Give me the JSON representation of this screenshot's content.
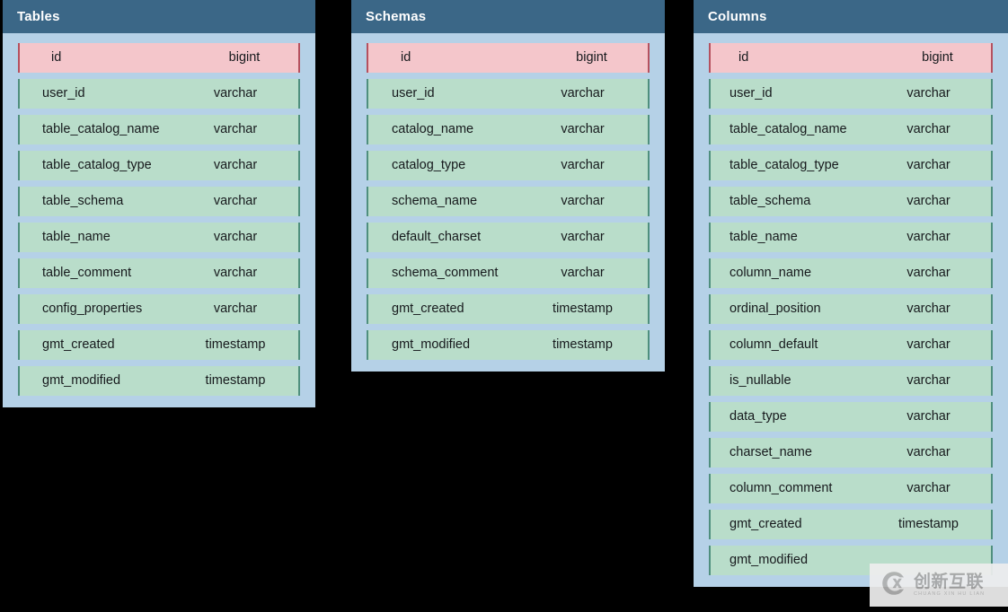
{
  "diagram": {
    "type": "entity-relationship-schema",
    "background_color": "#000000",
    "panel_background": "#b5d1e7",
    "header_color": "#3b6787",
    "primary_key_row_color": "#f4c6cb",
    "field_row_color": "#b9ddca",
    "entities": [
      {
        "title": "Tables",
        "fields": [
          {
            "name": "id",
            "type": "bigint",
            "key": "primary"
          },
          {
            "name": "user_id",
            "type": "varchar",
            "key": "none"
          },
          {
            "name": "table_catalog_name",
            "type": "varchar",
            "key": "none"
          },
          {
            "name": "table_catalog_type",
            "type": "varchar",
            "key": "none"
          },
          {
            "name": "table_schema",
            "type": "varchar",
            "key": "none"
          },
          {
            "name": "table_name",
            "type": "varchar",
            "key": "none"
          },
          {
            "name": "table_comment",
            "type": "varchar",
            "key": "none"
          },
          {
            "name": "config_properties",
            "type": "varchar",
            "key": "none"
          },
          {
            "name": "gmt_created",
            "type": "timestamp",
            "key": "none"
          },
          {
            "name": "gmt_modified",
            "type": "timestamp",
            "key": "none"
          }
        ]
      },
      {
        "title": "Schemas",
        "fields": [
          {
            "name": "id",
            "type": "bigint",
            "key": "primary"
          },
          {
            "name": "user_id",
            "type": "varchar",
            "key": "none"
          },
          {
            "name": "catalog_name",
            "type": "varchar",
            "key": "none"
          },
          {
            "name": "catalog_type",
            "type": "varchar",
            "key": "none"
          },
          {
            "name": "schema_name",
            "type": "varchar",
            "key": "none"
          },
          {
            "name": "default_charset",
            "type": "varchar",
            "key": "none"
          },
          {
            "name": "schema_comment",
            "type": "varchar",
            "key": "none"
          },
          {
            "name": "gmt_created",
            "type": "timestamp",
            "key": "none"
          },
          {
            "name": "gmt_modified",
            "type": "timestamp",
            "key": "none"
          }
        ]
      },
      {
        "title": "Columns",
        "fields": [
          {
            "name": "id",
            "type": "bigint",
            "key": "primary"
          },
          {
            "name": "user_id",
            "type": "varchar",
            "key": "none"
          },
          {
            "name": "table_catalog_name",
            "type": "varchar",
            "key": "none"
          },
          {
            "name": "table_catalog_type",
            "type": "varchar",
            "key": "none"
          },
          {
            "name": "table_schema",
            "type": "varchar",
            "key": "none"
          },
          {
            "name": "table_name",
            "type": "varchar",
            "key": "none"
          },
          {
            "name": "column_name",
            "type": "varchar",
            "key": "none"
          },
          {
            "name": "ordinal_position",
            "type": "varchar",
            "key": "none"
          },
          {
            "name": "column_default",
            "type": "varchar",
            "key": "none"
          },
          {
            "name": "is_nullable",
            "type": "varchar",
            "key": "none"
          },
          {
            "name": "data_type",
            "type": "varchar",
            "key": "none"
          },
          {
            "name": "charset_name",
            "type": "varchar",
            "key": "none"
          },
          {
            "name": "column_comment",
            "type": "varchar",
            "key": "none"
          },
          {
            "name": "gmt_created",
            "type": "timestamp",
            "key": "none"
          },
          {
            "name": "gmt_modified",
            "type": "",
            "key": "none"
          }
        ]
      }
    ]
  },
  "watermark": {
    "icon": "cx-circle-logo-icon",
    "chinese": "创新互联",
    "pinyin": "CHUANG XIN HU LIAN"
  }
}
